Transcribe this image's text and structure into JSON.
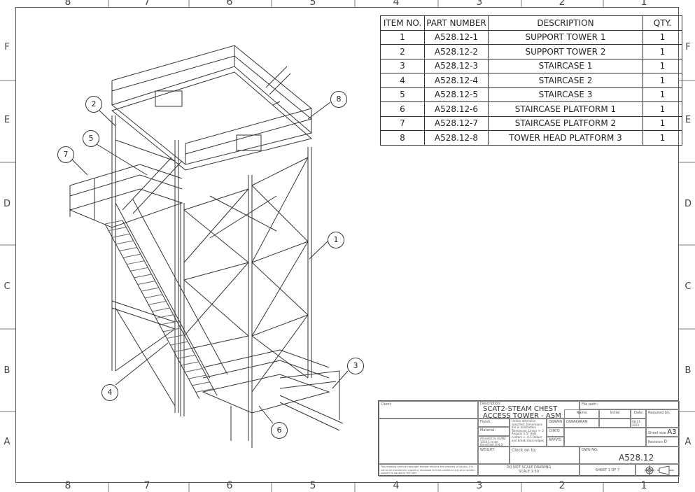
{
  "zones": {
    "columns": [
      "8",
      "7",
      "6",
      "5",
      "4",
      "3",
      "2",
      "1"
    ],
    "rows": [
      "F",
      "E",
      "D",
      "C",
      "B",
      "A"
    ]
  },
  "bom": {
    "headers": [
      "ITEM NO.",
      "PART NUMBER",
      "DESCRIPTION",
      "QTY."
    ],
    "rows": [
      [
        "1",
        "A528.12-1",
        "SUPPORT TOWER 1",
        "1"
      ],
      [
        "2",
        "A528.12-2",
        "SUPPORT TOWER 2",
        "1"
      ],
      [
        "3",
        "A528.12-3",
        "STAIRCASE 1",
        "1"
      ],
      [
        "4",
        "A528.12-4",
        "STAIRCASE 2",
        "1"
      ],
      [
        "5",
        "A528.12-5",
        "STAIRCASE 3",
        "1"
      ],
      [
        "6",
        "A528.12-6",
        "STAIRCASE PLATFORM 1",
        "1"
      ],
      [
        "7",
        "A528.12-7",
        "STAIRCASE PLATFORM 2",
        "1"
      ],
      [
        "8",
        "A528.12-8",
        "TOWER HEAD PLATFORM 3",
        "1"
      ]
    ]
  },
  "balloons": [
    "1",
    "2",
    "3",
    "4",
    "5",
    "6",
    "7",
    "8"
  ],
  "title_block": {
    "client_label": "Client",
    "description_label": "Description:",
    "title_line1": "SCAT2-STEAM CHEST",
    "title_line2": "ACCESS TOWER - ASM",
    "file_path_label": "File path:",
    "finish_label": "Finish:",
    "material_label": "Material:",
    "welds_note": "All welds to AS/NZ 1554.1 to be 6mmFillet U.N.O",
    "weight_label": "WEIGHT:",
    "tolerance_note": "Unless otherwise specified: Dimensions are in millimeters Tolerances: Linear +- 2 Angular 0.5° Hole centers +- 0.5 Deburr and break sharp edges",
    "name_header": "Name",
    "initial_header": "Initial",
    "date_header": "Date",
    "required_by_label": "Required by:",
    "drawn_label": "DRAWN",
    "drawn_name": "DIWAKARAN",
    "drawn_date": "08-11-2023",
    "chkd_label": "CHK'D",
    "appvd_label": "APPV'D",
    "sheet_size_label": "Sheet size",
    "sheet_size": "A3",
    "revision_label": "Revision",
    "revision": "0",
    "clock_label": "Clock on to:",
    "dwg_no_label": "DWG NO.",
    "dwg_no": "A528.12",
    "copyright_note": "This drawing and the copyright thereof remains the property of Sakala. It is not to be transferred, copied or disclosed to third parties or any prior written consent is issued by the user.",
    "no_scale": "DO NOT SCALE DRAWING",
    "scale": "SCALE 1:50",
    "sheet": "SHEET 1 OF 7"
  }
}
